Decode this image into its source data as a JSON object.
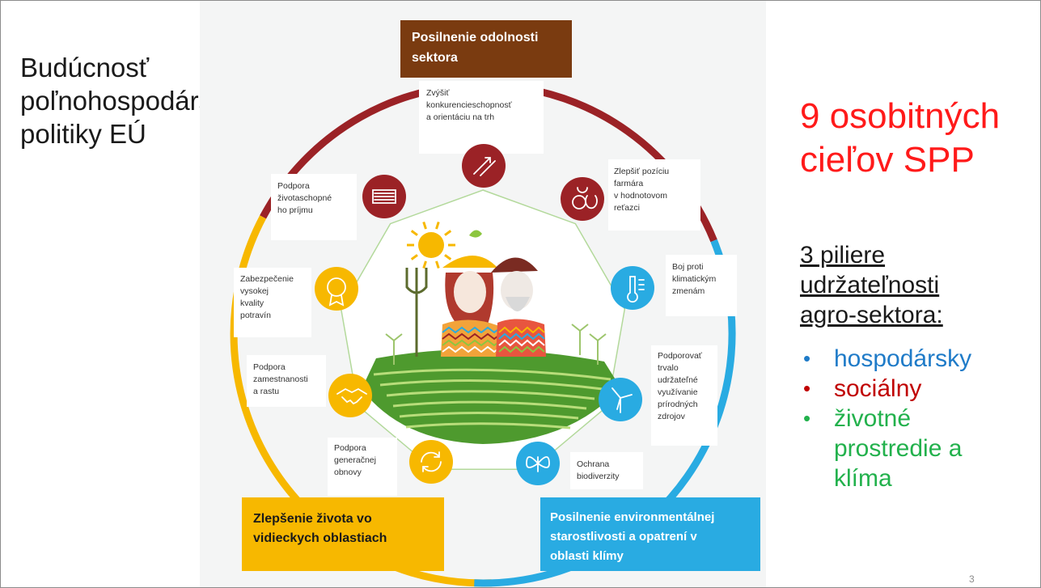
{
  "slide": {
    "title": "Budúcnosť poľnohospodárskej politiky EÚ",
    "page_number": "3"
  },
  "goals_heading": {
    "line1": "9 osobitných",
    "line2": "cieľov SPP"
  },
  "pillars": {
    "heading_lines": [
      "3 piliere",
      "udržateľnosti",
      "agro-sektora:"
    ],
    "bullet": "•",
    "items": [
      {
        "lines": [
          "hospodársky"
        ],
        "color": "#1f7bc8"
      },
      {
        "lines": [
          "sociálny"
        ],
        "color": "#c00000"
      },
      {
        "lines": [
          "životné",
          "prostredie a",
          "klíma"
        ],
        "color": "#22b14c"
      }
    ]
  },
  "infographic": {
    "top_label": [
      "Posilnenie odolnosti",
      "sektora"
    ],
    "bottom_left_label": [
      "Zlepšenie života vo",
      "vidieckych oblastiach"
    ],
    "bottom_right_label": [
      "Posilnenie environmentálnej",
      "starostlivosti a opatrení  v",
      "oblasti klímy"
    ],
    "objectives": [
      {
        "id": "competitiveness",
        "lines": [
          "Zvýšiť",
          "konkurencieschopnosť",
          "a orientáciu na trh"
        ],
        "icon": "trend-arrows-icon"
      },
      {
        "id": "farmer-position",
        "lines": [
          "Zlepšiť pozíciu",
          "farmára",
          "v hodnotovom",
          "reťazci"
        ],
        "icon": "produce-icon"
      },
      {
        "id": "climate",
        "lines": [
          "Boj proti",
          "klimatickým",
          "zmenám"
        ],
        "icon": "thermometer-icon"
      },
      {
        "id": "resources",
        "lines": [
          "Podporovať",
          "trvalo",
          "udržateľné",
          "využívanie",
          "prírodných",
          "zdrojov"
        ],
        "icon": "wind-turbine-icon"
      },
      {
        "id": "biodiversity",
        "lines": [
          "Ochrana",
          "biodiverzity"
        ],
        "icon": "butterfly-icon"
      },
      {
        "id": "generation",
        "lines": [
          "Podpora",
          "generačnej",
          "obnovy"
        ],
        "icon": "renewal-arrows-icon"
      },
      {
        "id": "employment",
        "lines": [
          "Podpora",
          "zamestnanosti",
          "a rastu"
        ],
        "icon": "handshake-icon"
      },
      {
        "id": "food-quality",
        "lines": [
          "Zabezpečenie",
          "vysokej",
          "kvality",
          "potravín"
        ],
        "icon": "quality-badge-icon"
      },
      {
        "id": "income",
        "lines": [
          "Podpora",
          "životaschopné",
          "ho príjmu"
        ],
        "icon": "money-stack-icon"
      }
    ],
    "colors": {
      "dark_red": "#9b2226",
      "brown": "#7a3b10",
      "yellow": "#f7b800",
      "blue": "#29abe2",
      "field_green": "#4e9a2e",
      "light_green": "#b3d99b"
    }
  }
}
